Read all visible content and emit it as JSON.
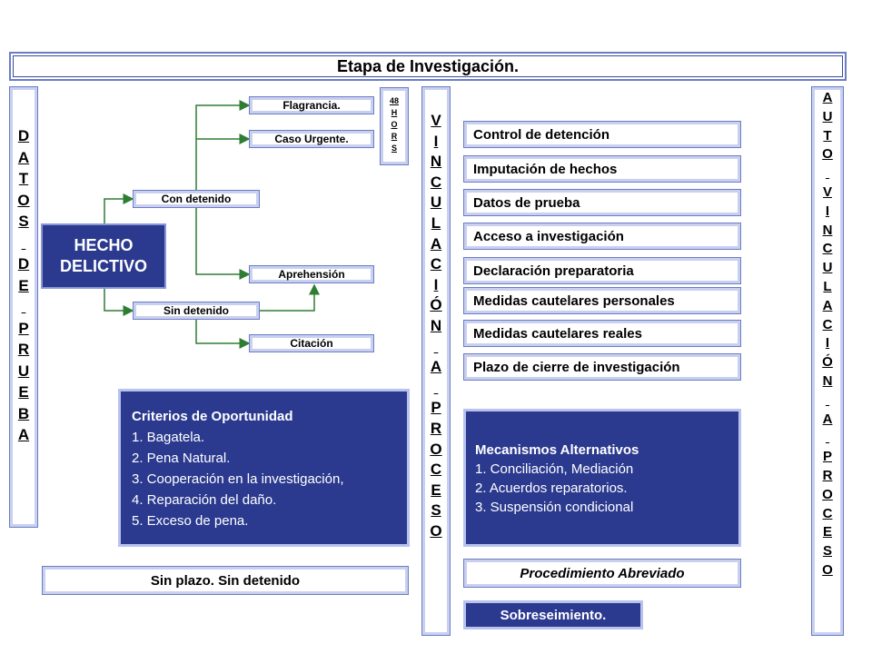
{
  "title": "Etapa de Investigación.",
  "left_column": "DATOS DE PRUEBA",
  "left_letters": [
    "D",
    "A",
    "T",
    "O",
    "S",
    "",
    "D",
    "E",
    "",
    "P",
    "R",
    "U",
    "E",
    "B",
    "A"
  ],
  "hecho": [
    "HECHO",
    "DELICTIVO"
  ],
  "con_detenido": "Con detenido",
  "sin_detenido": "Sin detenido",
  "flagrancia": "Flagrancia.",
  "caso_urgente": "Caso Urgente.",
  "aprehension": "Aprehensión",
  "citacion": "Citación",
  "horas_letters": [
    "48",
    "H",
    "O",
    "R",
    "S"
  ],
  "mid_letters": [
    "V",
    "I",
    "N",
    "C",
    "U",
    "L",
    "A",
    "C",
    "I",
    "Ó",
    "N",
    "",
    "A",
    "",
    "P",
    "R",
    "O",
    "C",
    "E",
    "S",
    "O"
  ],
  "right_letters": [
    "A",
    "U",
    "T",
    "O",
    "",
    "V",
    "I",
    "N",
    "C",
    "U",
    "L",
    "A",
    "C",
    "I",
    "Ó",
    "N",
    "",
    "A",
    "",
    "P",
    "R",
    "O",
    "C",
    "E",
    "S",
    "O"
  ],
  "right_items": [
    "Control de detención",
    "Imputación de hechos",
    "Datos de prueba",
    "Acceso a investigación",
    "Declaración preparatoria",
    "Medidas cautelares personales",
    "Medidas cautelares reales",
    "Plazo de cierre de investigación"
  ],
  "criterios": {
    "heading": "Criterios de Oportunidad",
    "items": [
      "1. Bagatela.",
      "2. Pena Natural.",
      "3. Cooperación en la investigación,",
      "4. Reparación del daño.",
      "5. Exceso de pena."
    ]
  },
  "mecanismos": {
    "heading": "Mecanismos Alternativos",
    "items": [
      "1. Conciliación, Mediación",
      "2. Acuerdos reparatorios.",
      "3. Suspensión condicional"
    ]
  },
  "procedimiento_abreviado": "Procedimiento Abreviado",
  "sobreseimiento": "Sobreseimiento.",
  "sin_plazo": "Sin plazo. Sin detenido",
  "colors": {
    "navy": "#2b3a8f",
    "border": "#6b7dc4",
    "connector": "#2e7d32"
  }
}
